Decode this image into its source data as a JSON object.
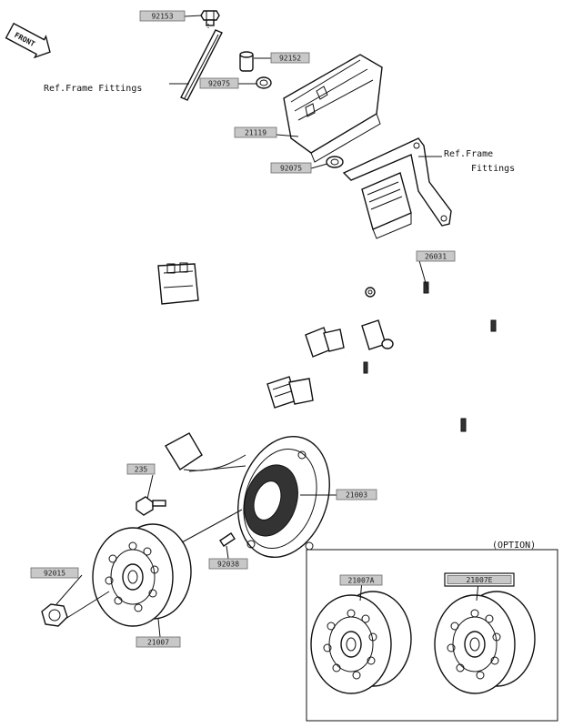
{
  "front_badge": "FRONT",
  "option_label": "(OPTION)",
  "ref_labels": {
    "left": "Ref.Frame Fittings",
    "right_line1": "Ref.Frame",
    "right_line2": "Fittings"
  },
  "parts": {
    "p92153": "92153",
    "p92152": "92152",
    "p92075a": "92075",
    "p21119": "21119",
    "p92075b": "92075",
    "p26031": "26031",
    "p235": "235",
    "p21003": "21003",
    "p92038": "92038",
    "p92015": "92015",
    "p21007": "21007",
    "p21007A": "21007A",
    "p21007E": "21007E"
  }
}
